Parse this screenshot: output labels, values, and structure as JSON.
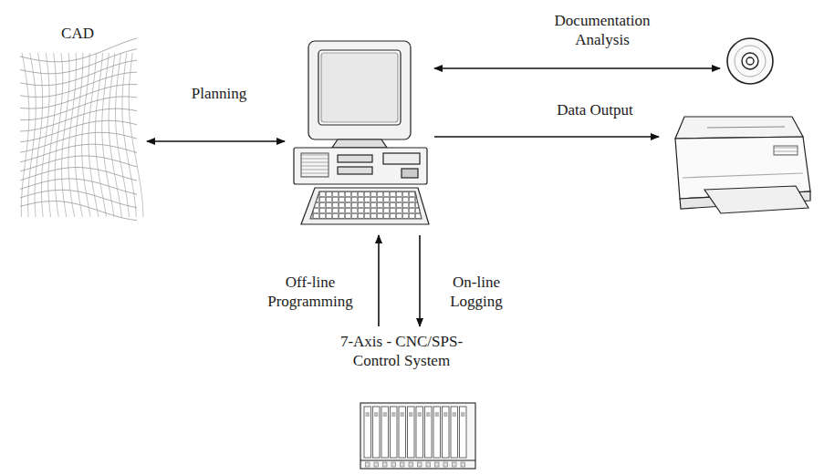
{
  "diagram": {
    "nodes": [
      {
        "text": [
          "CAD"
        ]
      },
      {
        "text": []
      },
      {
        "text": []
      },
      {
        "text": []
      },
      {
        "text": [
          "7-Axis - CNC/SPS-Control System"
        ]
      }
    ],
    "edges": [
      {
        "from": 0,
        "to": 1,
        "label": "Planning",
        "arrow": "both"
      },
      {
        "from": 1,
        "to": 2,
        "label": "Documentation Analysis",
        "arrow": "both"
      },
      {
        "from": 1,
        "to": 3,
        "label": "Data Output",
        "arrow": "to"
      },
      {
        "from": 4,
        "to": 1,
        "label": "Off-line Programming",
        "arrow": "to"
      },
      {
        "from": 1,
        "to": 4,
        "label": "On-line Logging",
        "arrow": "to"
      }
    ]
  }
}
